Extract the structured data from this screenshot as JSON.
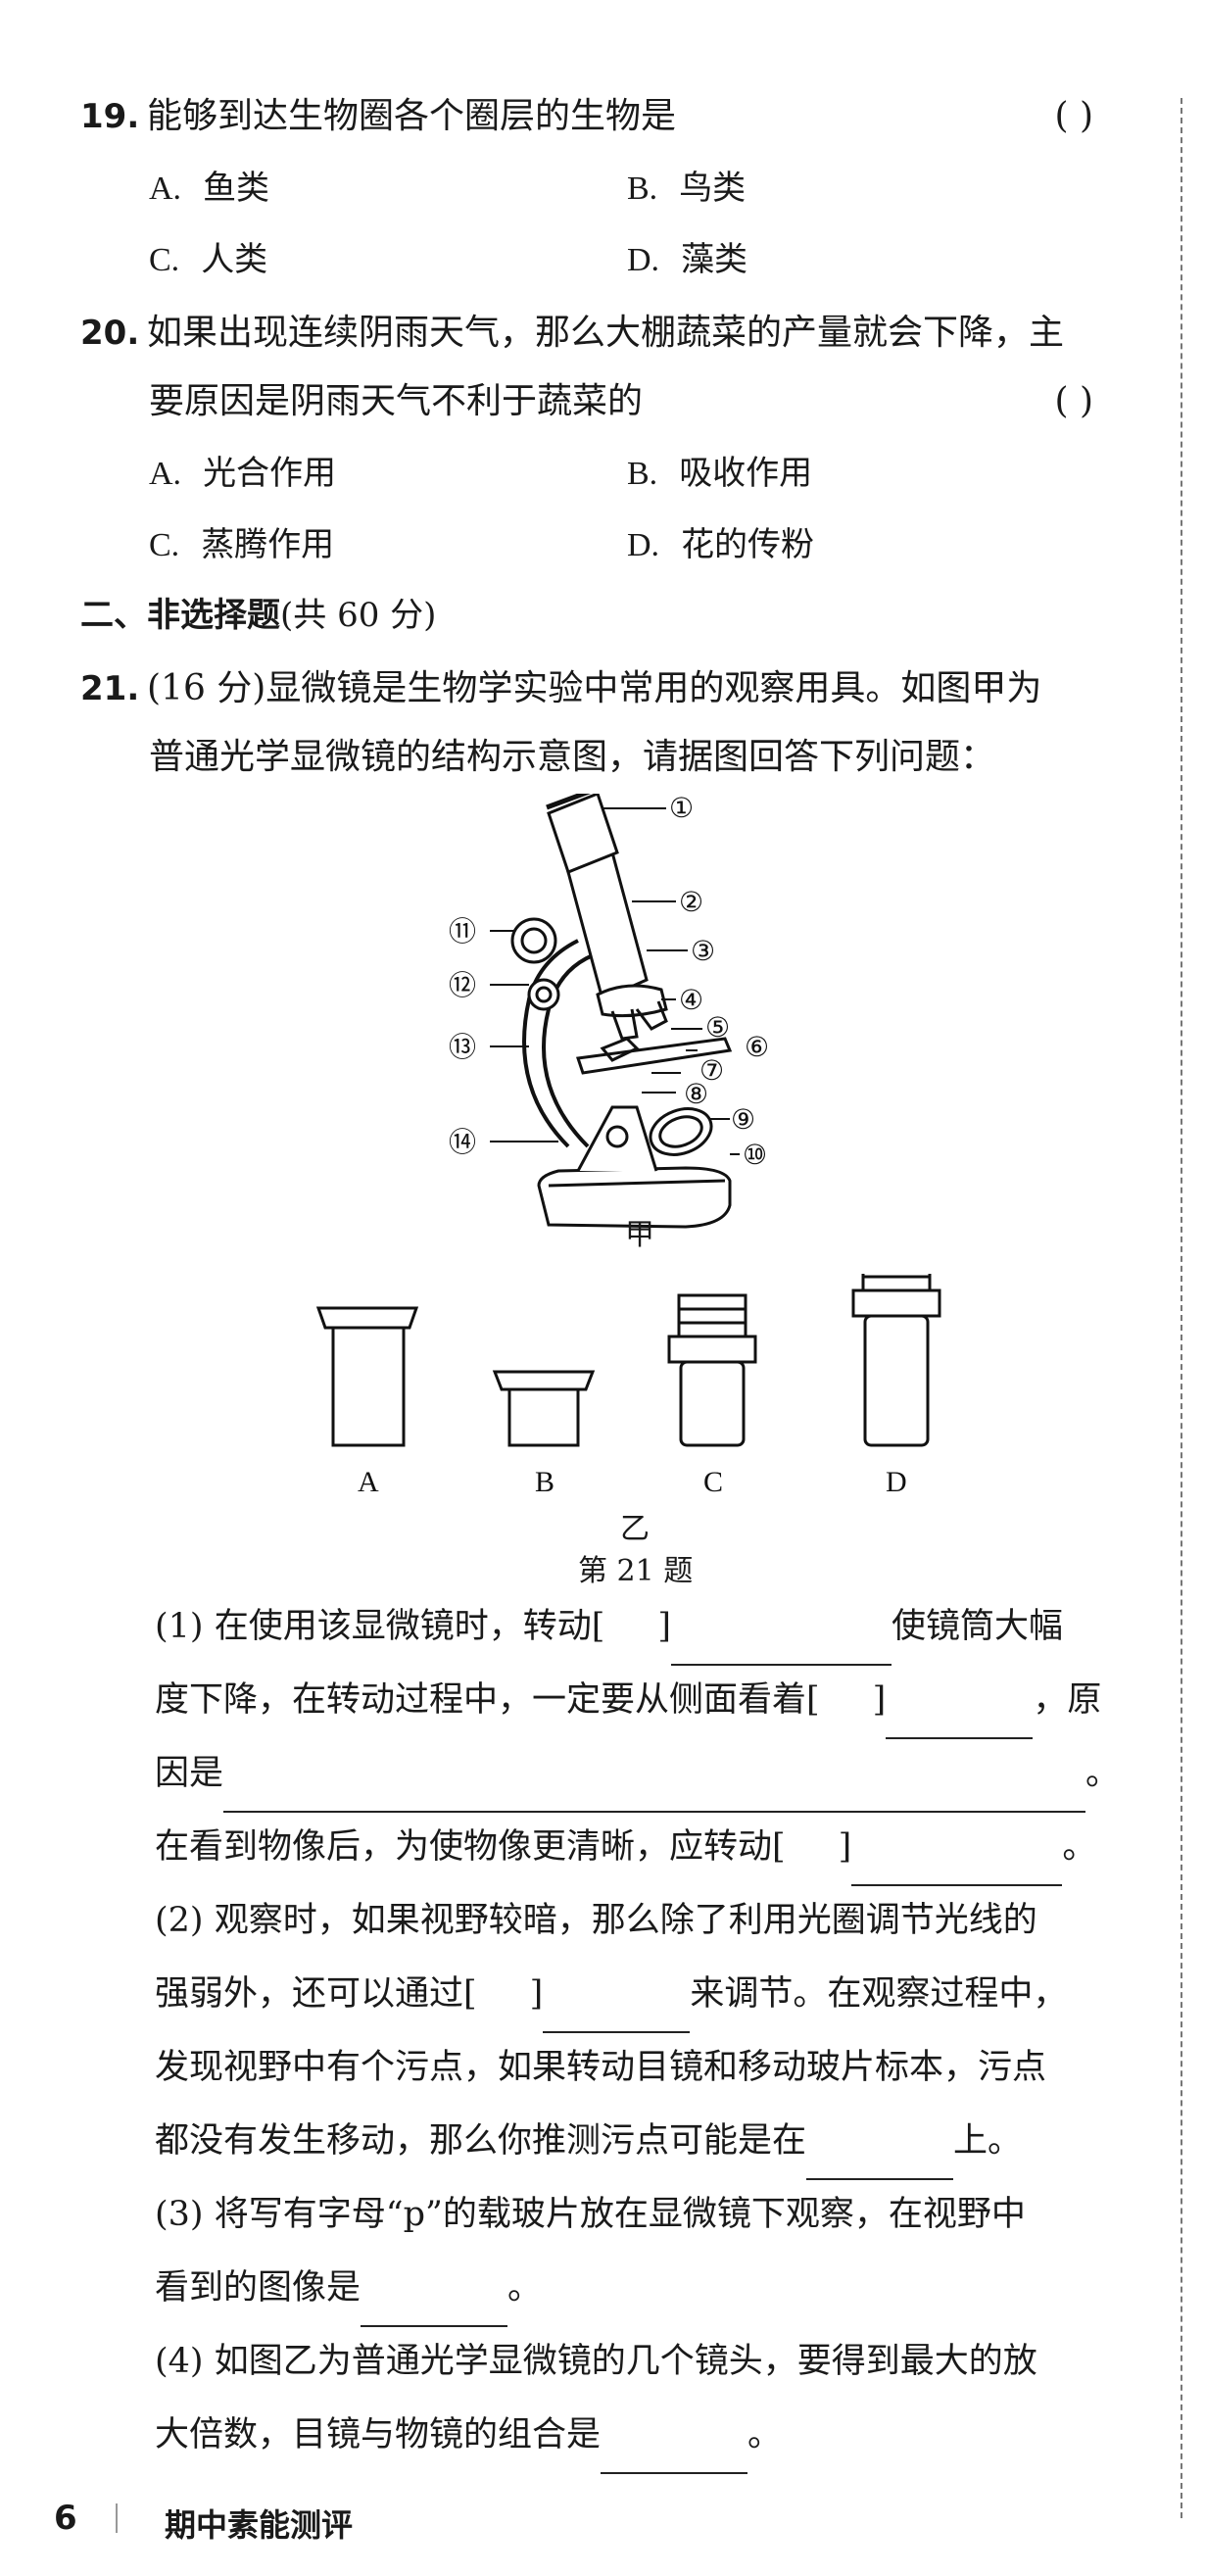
{
  "q19": {
    "num": "19.",
    "stem": "能够到达生物圈各个圈层的生物是",
    "paren": "(    )",
    "options": [
      {
        "letter": "A.",
        "text": "鱼类"
      },
      {
        "letter": "B.",
        "text": "鸟类"
      },
      {
        "letter": "C.",
        "text": "人类"
      },
      {
        "letter": "D.",
        "text": "藻类"
      }
    ]
  },
  "q20": {
    "num": "20.",
    "stem_line1": "如果出现连续阴雨天气，那么大棚蔬菜的产量就会下降，主",
    "stem_line2": "要原因是阴雨天气不利于蔬菜的",
    "paren": "(    )",
    "options": [
      {
        "letter": "A.",
        "text": "光合作用"
      },
      {
        "letter": "B.",
        "text": "吸收作用"
      },
      {
        "letter": "C.",
        "text": "蒸腾作用"
      },
      {
        "letter": "D.",
        "text": "花的传粉"
      }
    ]
  },
  "section2": {
    "title": "二、非选择题",
    "sub": "(共 60 分)"
  },
  "q21": {
    "num": "21.",
    "stem_line1": "(16 分)显微镜是生物学实验中常用的观察用具。如图甲为",
    "stem_line2": "普通光学显微镜的结构示意图，请据图回答下列问题：",
    "figure_jia": {
      "labels": [
        "①",
        "②",
        "③",
        "④",
        "⑤",
        "⑥",
        "⑦",
        "⑧",
        "⑨",
        "⑩",
        "⑪",
        "⑫",
        "⑬",
        "⑭"
      ],
      "caption": "甲"
    },
    "figure_yi": {
      "lens_labels": [
        "A",
        "B",
        "C",
        "D"
      ],
      "caption": "乙"
    },
    "figure_caption": "第 21 题",
    "p1_l1_a": "(1) 在使用该显微镜时，转动[",
    "p1_l1_b": "]",
    "p1_l1_c": "使镜筒大幅",
    "p1_l2_a": "度下降，在转动过程中，一定要从侧面看着[",
    "p1_l2_b": "]",
    "p1_l2_c": "，原",
    "p1_l3_a": "因是",
    "p1_l3_c": "。",
    "p1_l4_a": "在看到物像后，为使物像更清晰，应转动[",
    "p1_l4_b": "]",
    "p1_l4_c": "。",
    "p2_l1": "(2) 观察时，如果视野较暗，那么除了利用光圈调节光线的",
    "p2_l2_a": "强弱外，还可以通过[",
    "p2_l2_b": "]",
    "p2_l2_c": "来调节。在观察过程中，",
    "p2_l3": "发现视野中有个污点，如果转动目镜和移动玻片标本，污点",
    "p2_l4_a": "都没有发生移动，那么你推测污点可能是在",
    "p2_l4_c": "上。",
    "p3_l1": "(3) 将写有字母“p”的载玻片放在显微镜下观察，在视野中",
    "p3_l2_a": "看到的图像是",
    "p3_l2_c": "。",
    "p4_l1": "(4) 如图乙为普通光学显微镜的几个镜头，要得到最大的放",
    "p4_l2_a": "大倍数，目镜与物镜的组合是",
    "p4_l2_c": "。"
  },
  "footer": {
    "page_number": "6",
    "title": "期中素能测评"
  }
}
